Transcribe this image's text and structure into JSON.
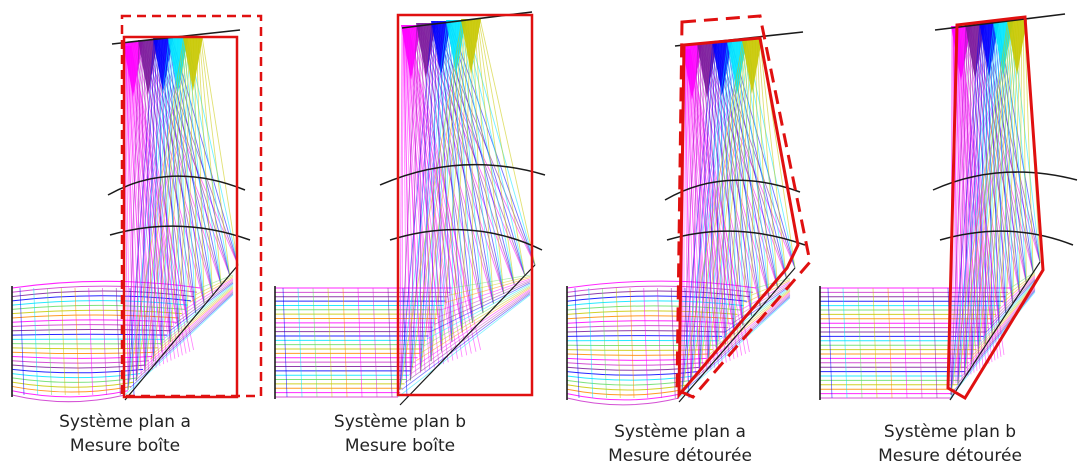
{
  "panels": [
    {
      "system": "Système plan a",
      "measure": "Mesure boîte"
    },
    {
      "system": "Système plan b",
      "measure": "Mesure boîte"
    },
    {
      "system": "Système plan a",
      "measure": "Mesure détourée"
    },
    {
      "system": "Système plan b",
      "measure": "Mesure détourée"
    }
  ],
  "colors": {
    "rays": [
      "#ff00ff",
      "#cc33cc",
      "#7a1a9a",
      "#0000ff",
      "#00e5ff",
      "#66dd66",
      "#c8c800",
      "#ff8800"
    ],
    "outline": "#e01010",
    "surface": "#1a1a1a"
  }
}
